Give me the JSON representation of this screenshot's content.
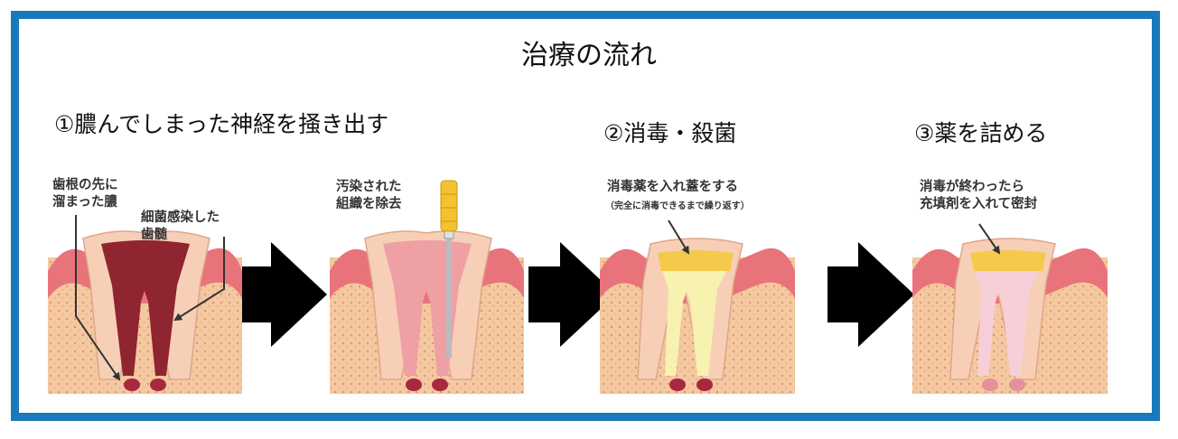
{
  "title": "治療の流れ",
  "steps": [
    {
      "label": "①膿んでしまった神経を掻き出す"
    },
    {
      "label": "②消毒・殺菌"
    },
    {
      "label": "③薬を詰める"
    }
  ],
  "annotations": {
    "pus_line1": "歯根の先に",
    "pus_line2": "溜まった膿",
    "pulp_line1": "細菌感染した",
    "pulp_line2": "歯髄",
    "removal_line1": "汚染された",
    "removal_line2": "組織を除去",
    "disinfect": "消毒薬を入れ蓋をする",
    "disinfect_note": "（完全に消毒できるまで繰り返す）",
    "fill_line1": "消毒が終わったら",
    "fill_line2": "充填剤を入れて密封"
  },
  "colors": {
    "frame": "#1a78bc",
    "gum": "#e8737a",
    "bone": "#f4c8a0",
    "enamel": "#f7cfb7",
    "infected_pulp": "#8e2530",
    "cleaned_pulp": "#efa0a4",
    "medicine": "#f8f2b0",
    "cap": "#f5c94a",
    "filled_pulp": "#f6cfd8",
    "arrow": "#000000"
  },
  "icons": [
    "tooth-infected-icon",
    "tooth-file-icon",
    "tooth-disinfect-icon",
    "tooth-filled-icon",
    "arrow-right-icon"
  ]
}
